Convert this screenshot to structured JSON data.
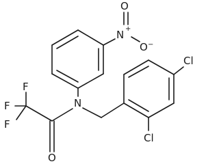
{
  "molecule": {
    "atom_labels": {
      "n_amide": "N",
      "o_carbonyl": "O",
      "f_top": "F",
      "f_left_upper": "F",
      "f_left_lower": "F",
      "n_nitro": "N",
      "n_nitro_charge": "+",
      "o_nitro_top": "O",
      "o_nitro_right": "O",
      "o_nitro_charge": "−",
      "cl_ring_top": "Cl",
      "cl_ring_bottom": "Cl"
    }
  }
}
